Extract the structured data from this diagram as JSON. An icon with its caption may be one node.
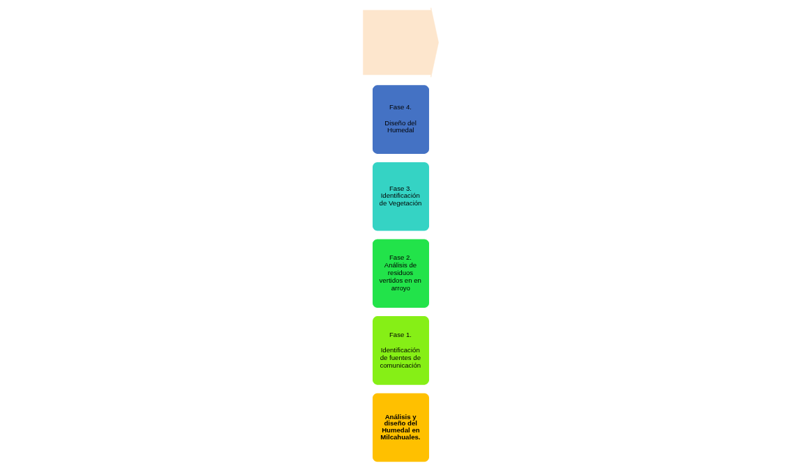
{
  "diagram": {
    "nodes": [
      {
        "text": [],
        "shape": "arrow"
      },
      {
        "text": [
          "Análisis y diseño del Humedal en Milcahuales."
        ]
      },
      {
        "text": [
          "Fase 1.",
          "Identificación de fuentes de comunicación"
        ]
      },
      {
        "text": [
          "Fase 2. Análisis de residuos vertidos en en arroyo"
        ]
      },
      {
        "text": [
          "Fase 3. Identificación de Vegetación"
        ]
      },
      {
        "text": [
          "Fase 4.",
          "Diseño del Humedal"
        ]
      }
    ],
    "edges": []
  }
}
